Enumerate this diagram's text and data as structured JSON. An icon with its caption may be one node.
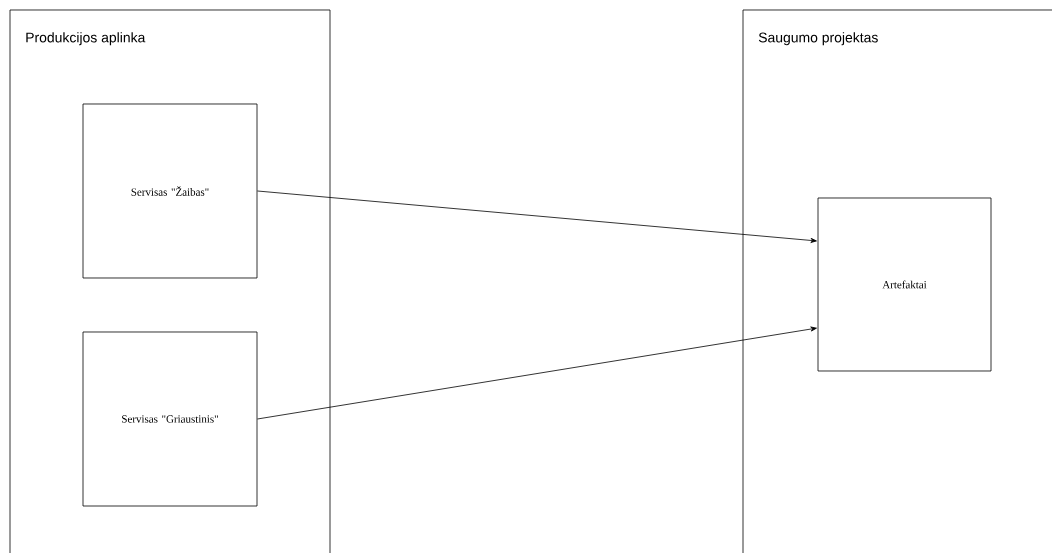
{
  "diagram": {
    "nodes": [
      {
        "text": [
          "Produkcijos aplinka"
        ]
      },
      {
        "text": [
          "Saugumo projektas"
        ]
      },
      {
        "text": [
          "Servisas \"Žaibas\""
        ],
        "in": 0
      },
      {
        "text": [
          "Servisas \"Griaustinis\""
        ],
        "in": 0
      },
      {
        "text": [
          "Artefaktai"
        ],
        "in": 1
      }
    ],
    "edges": [
      {
        "from": 2,
        "to": 4,
        "arrow": "to"
      },
      {
        "from": 3,
        "to": 4,
        "arrow": "to"
      }
    ]
  }
}
